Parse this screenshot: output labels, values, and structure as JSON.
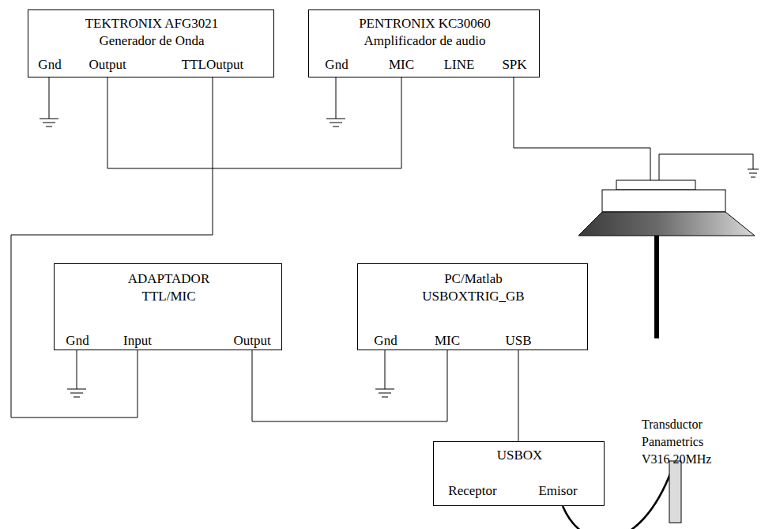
{
  "diagram": {
    "nodes": [
      {
        "text": [
          "TEKTRONIX AFG3021",
          "Generador de Onda",
          "Gnd",
          "Output",
          "TTLOutput"
        ]
      },
      {
        "text": [
          "PENTRONIX KC30060",
          "Amplificador de audio",
          "Gnd",
          "MIC",
          "LINE",
          "SPK"
        ]
      },
      {
        "text": [
          "ADAPTADOR",
          "TTL/MIC",
          "Gnd",
          "Input",
          "Output"
        ]
      },
      {
        "text": [
          "PC/Matlab",
          "USBOXTRIG_GB",
          "Gnd",
          "MIC",
          "USB"
        ]
      },
      {
        "text": [
          "USBOX",
          "Receptor",
          "Emisor"
        ]
      }
    ],
    "edges": [
      {
        "from": 0,
        "to": 1,
        "arrow": "none"
      },
      {
        "from": 0,
        "to": 2,
        "arrow": "none"
      },
      {
        "from": 2,
        "to": 3,
        "arrow": "none"
      },
      {
        "from": 3,
        "to": 4,
        "arrow": "none"
      }
    ],
    "labels": [
      "Transductor Panametrics V316 20MHz"
    ]
  }
}
